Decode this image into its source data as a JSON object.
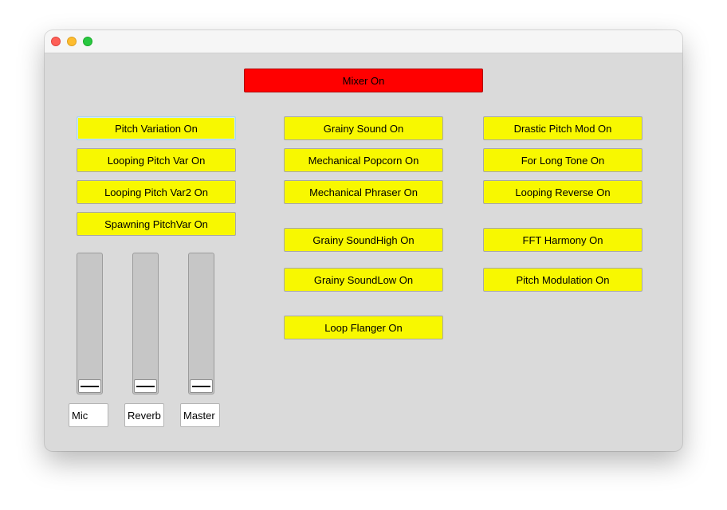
{
  "window": {
    "traffic_lights": [
      "close",
      "minimize",
      "zoom"
    ]
  },
  "mixer": {
    "label": "Mixer On",
    "color": "#ff0000"
  },
  "colors": {
    "effect_button": "#f8f800",
    "background": "#dadada"
  },
  "left_column": [
    "Pitch Variation On",
    "Looping Pitch Var On",
    "Looping Pitch Var2 On",
    "Spawning PitchVar On"
  ],
  "middle_column": [
    "Grainy Sound On",
    "Mechanical Popcorn On",
    "Mechanical Phraser On",
    "Grainy SoundHigh On",
    "Grainy SoundLow On",
    "Loop Flanger On"
  ],
  "right_column": [
    "Drastic Pitch Mod On",
    "For Long Tone On",
    "Looping Reverse On",
    "FFT Harmony On",
    "Pitch Modulation On"
  ],
  "sliders": [
    {
      "label": "Mic",
      "level": 0.0
    },
    {
      "label": "Reverb",
      "level": 0.0
    },
    {
      "label": "Master",
      "level": 0.0
    }
  ]
}
